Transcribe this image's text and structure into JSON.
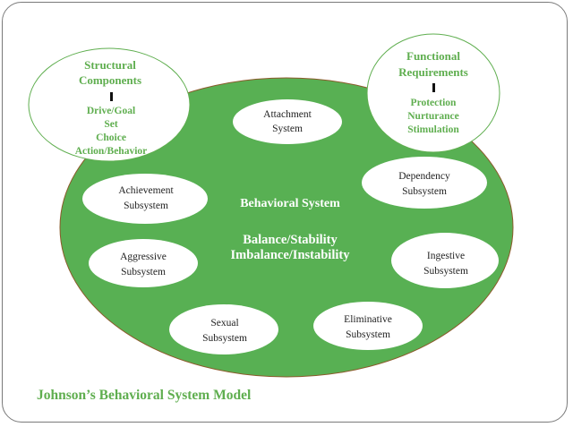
{
  "colors": {
    "system_fill": "#58b053",
    "system_border": "#8b5a2b",
    "accent_text": "#5fae4f",
    "outline": "#5fae4f",
    "subsystem_fill": "#ffffff",
    "subsystem_text": "#222222"
  },
  "structural": {
    "title_line1": "Structural",
    "title_line2": "Components",
    "items": [
      "Drive/Goal",
      "Set",
      "Choice",
      "Action/Behavior"
    ]
  },
  "functional": {
    "title_line1": "Functional",
    "title_line2": "Requirements",
    "items": [
      "Protection",
      "Nurturance",
      "Stimulation"
    ]
  },
  "system": {
    "title": "Behavioral System",
    "state_line1": "Balance/Stability",
    "state_line2": "Imbalance/Instability"
  },
  "subsystems": [
    {
      "line1": "Attachment",
      "line2": "System"
    },
    {
      "line1": "Dependency",
      "line2": "Subsystem"
    },
    {
      "line1": "Ingestive",
      "line2": "Subsystem"
    },
    {
      "line1": "Eliminative",
      "line2": "Subsystem"
    },
    {
      "line1": "Sexual",
      "line2": "Subsystem"
    },
    {
      "line1": "Aggressive",
      "line2": "Subsystem"
    },
    {
      "line1": "Achievement",
      "line2": "Subsystem"
    }
  ],
  "caption": "Johnson’s Behavioral System Model"
}
